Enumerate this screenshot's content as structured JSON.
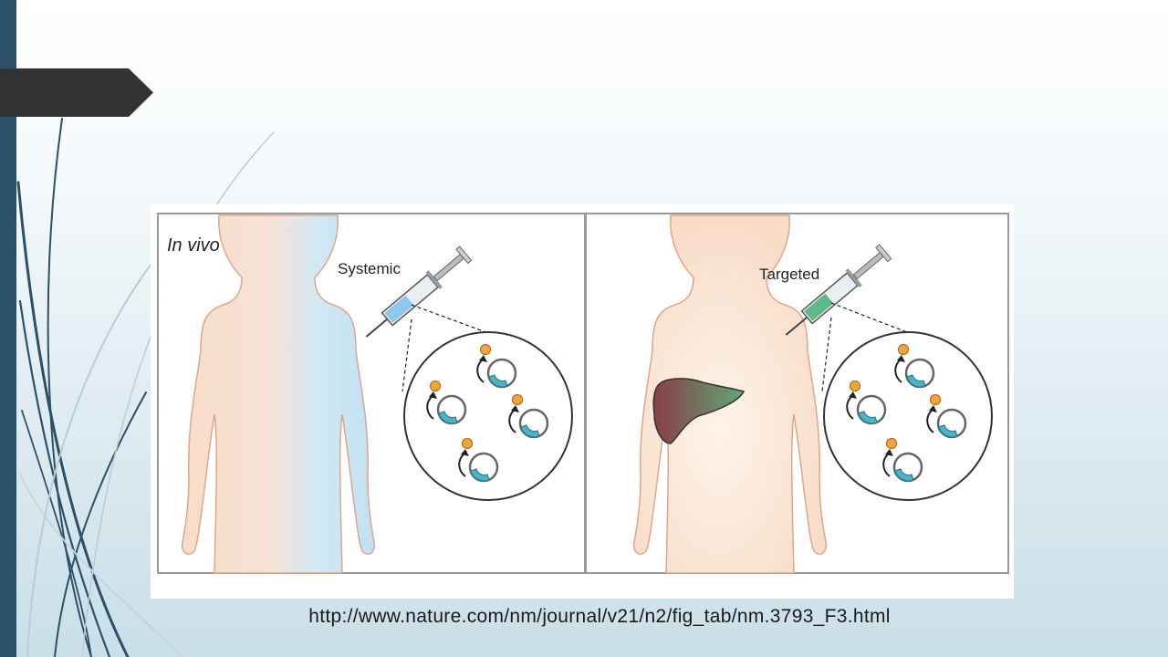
{
  "slide": {
    "accent_color": "#2c5068",
    "tab_color": "#333333"
  },
  "figure": {
    "panel_title": "In vivo",
    "left_label": "Systemic",
    "right_label": "Targeted",
    "left_syringe_color": "#8fc8ef",
    "right_syringe_color": "#5fb88a",
    "organ": "liver-icon"
  },
  "source": {
    "url": "http://www.nature.com/nm/journal/v21/n2/fig_tab/nm.3793_F3.html"
  }
}
